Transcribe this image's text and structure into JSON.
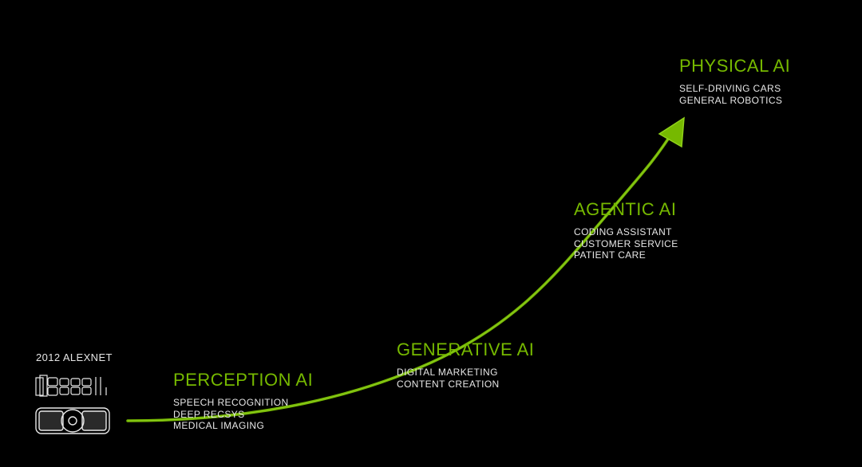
{
  "colors": {
    "accent": "#76b900",
    "text": "#e6e6e6",
    "background": "#000000"
  },
  "origin": {
    "label": "2012 ALEXNET",
    "icons": [
      "network-layers-icon",
      "gpu-card-icon"
    ]
  },
  "stages": [
    {
      "title": "PERCEPTION AI",
      "items": [
        "SPEECH RECOGNITION",
        "DEEP RECSYS",
        "MEDICAL IMAGING"
      ]
    },
    {
      "title": "GENERATIVE AI",
      "items": [
        "DIGITAL MARKETING",
        "CONTENT CREATION"
      ]
    },
    {
      "title": "AGENTIC AI",
      "items": [
        "CODING ASSISTANT",
        "CUSTOMER SERVICE",
        "PATIENT CARE"
      ]
    },
    {
      "title": "PHYSICAL AI",
      "items": [
        "SELF-DRIVING CARS",
        "GENERAL ROBOTICS"
      ]
    }
  ]
}
